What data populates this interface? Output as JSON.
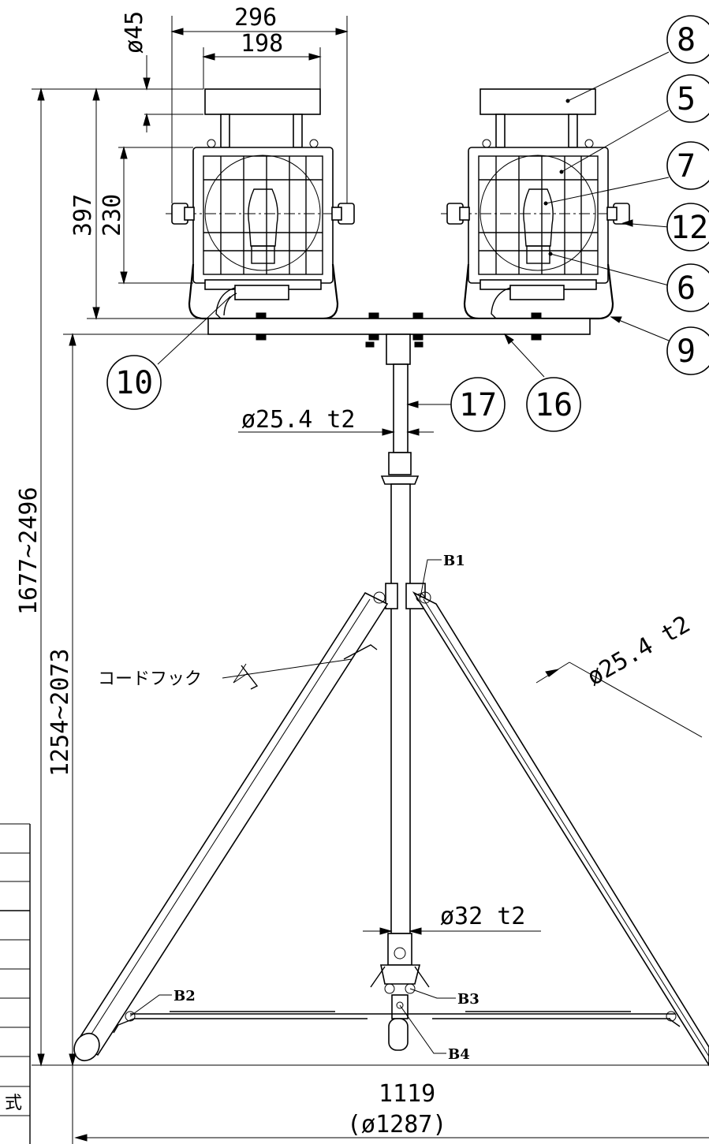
{
  "dimensions": {
    "phi45": "ø45",
    "w296": "296",
    "w198": "198",
    "h397": "397",
    "h230": "230",
    "h1677": "1677~2496",
    "h1254": "1254~2073",
    "pipe_upper": "ø25.4 t2",
    "pipe_leg": "ø25.4 t2",
    "pipe_lower": "ø32 t2",
    "base_width": "1119",
    "base_diameter": "(ø1287)"
  },
  "balloons": [
    "8",
    "5",
    "7",
    "12",
    "6",
    "9",
    "10",
    "17",
    "16"
  ],
  "bolts": [
    "B1",
    "B2",
    "B3",
    "B4"
  ],
  "cord_hook_label": "コードフック",
  "table_fragment": "式"
}
